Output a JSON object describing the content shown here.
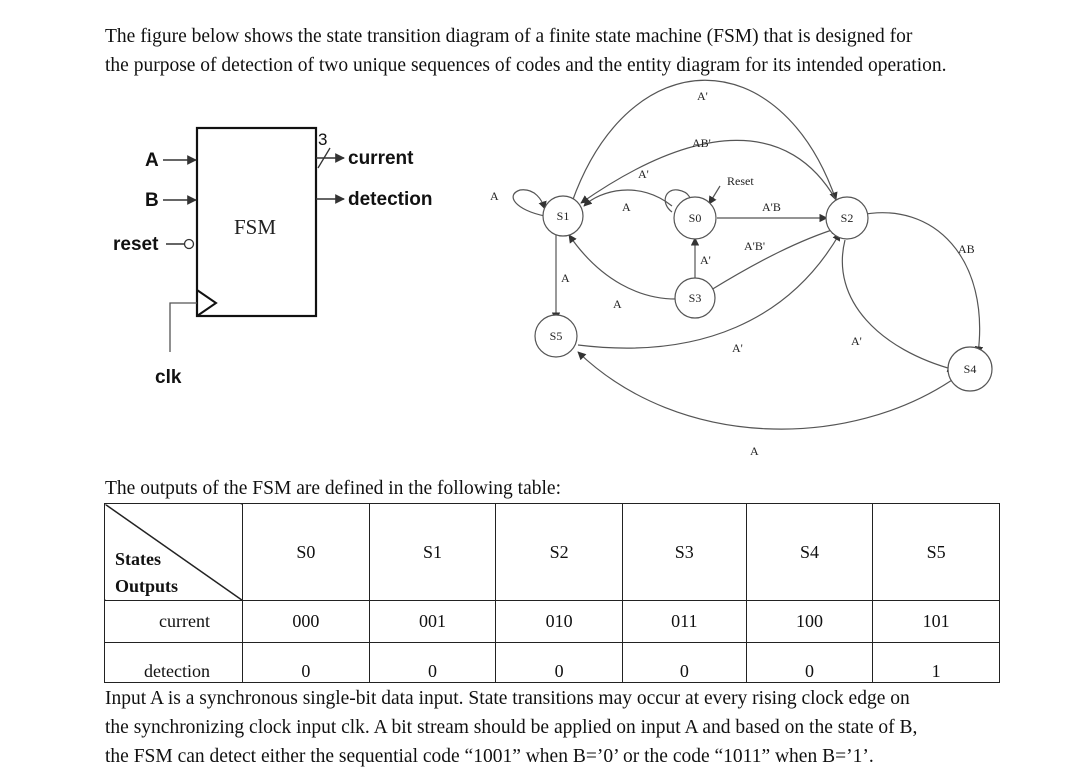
{
  "intro": {
    "line1": "The figure below shows the state transition diagram of a finite state machine (FSM) that is designed for",
    "line2": "the purpose of detection of two unique sequences of codes and the entity diagram for its intended operation."
  },
  "entity": {
    "name": "FSM",
    "inputs": [
      "A",
      "B",
      "reset",
      "clk"
    ],
    "outputs": [
      "current",
      "detection"
    ],
    "bus_width": "3"
  },
  "diagram": {
    "states": [
      "S0",
      "S1",
      "S2",
      "S3",
      "S4",
      "S5"
    ],
    "labels": {
      "s0_to_s2_top": "A'",
      "s2_to_s1_top": "AB'",
      "s0_to_s1": "A'",
      "s1_self": "A",
      "s1_from_s0": "A",
      "reset": "Reset",
      "s0_to_s2": "A'B",
      "s3_to_s2": "A'B'",
      "s0_self_s3": "A'",
      "s1_to_s5": "A",
      "s3_to_s1": "A",
      "s5_to_s2": "A'",
      "s2_s4_a": "A'",
      "s2_to_s4": "AB",
      "s4_to_s5": "A"
    }
  },
  "table_caption": "The outputs of the FSM are defined in the following table:",
  "table": {
    "corner_top": "States",
    "corner_bottom": "Outputs",
    "states": [
      "S0",
      "S1",
      "S2",
      "S3",
      "S4",
      "S5"
    ],
    "rows": [
      {
        "label": "current",
        "values": [
          "000",
          "001",
          "010",
          "011",
          "100",
          "101"
        ]
      },
      {
        "label": "detection",
        "values": [
          "0",
          "0",
          "0",
          "0",
          "0",
          "1"
        ]
      }
    ]
  },
  "outro": {
    "line1": "Input A is a synchronous single-bit data input. State transitions may occur at every rising clock edge on",
    "line2": "the synchronizing clock input clk. A bit stream should be applied on input A and based on the state of B,",
    "line3": "the FSM can detect either the sequential code “1001” when B=’0’ or the code “1011” when B=’1’."
  }
}
